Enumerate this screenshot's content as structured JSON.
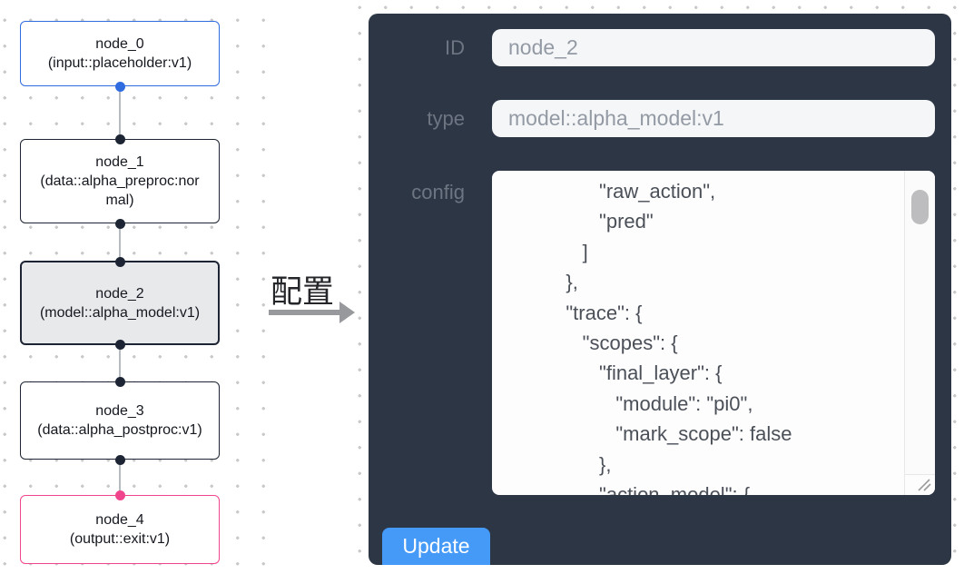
{
  "graph": {
    "nodes": [
      {
        "title": "node_0",
        "subtitle": "(input::placeholder:v1)",
        "accent": "#2e6ce0",
        "bg": "#ffffff",
        "selected": false
      },
      {
        "title": "node_1",
        "subtitle": "(data::alpha_preproc:normal)",
        "accent": "#1d2433",
        "bg": "#ffffff",
        "selected": false
      },
      {
        "title": "node_2",
        "subtitle": "(model::alpha_model:v1)",
        "accent": "#1d2433",
        "bg": "#e8e9eb",
        "selected": true
      },
      {
        "title": "node_3",
        "subtitle": "(data::alpha_postproc:v1)",
        "accent": "#1d2433",
        "bg": "#ffffff",
        "selected": false
      },
      {
        "title": "node_4",
        "subtitle": "(output::exit:v1)",
        "accent": "#f0448c",
        "bg": "#ffffff",
        "selected": false
      }
    ],
    "edge_color": "#b6bac1",
    "port_dark_color": "#1d2433"
  },
  "annotation": {
    "label": "配置",
    "arrow_color": "#97999c"
  },
  "panel": {
    "bg_color": "#2d3645",
    "fields": {
      "id": {
        "label": "ID",
        "value": "node_2"
      },
      "type": {
        "label": "type",
        "value": "model::alpha_model:v1"
      },
      "config": {
        "label": "config",
        "value": "                  \"raw_action\",\n                  \"pred\"\n               ]\n            },\n            \"trace\": {\n               \"scopes\": {\n                  \"final_layer\": {\n                     \"module\": \"pi0\",\n                     \"mark_scope\": false\n                  },\n                  \"action_model\": {"
      }
    },
    "update_button": {
      "label": "Update",
      "color": "#469af7"
    }
  }
}
